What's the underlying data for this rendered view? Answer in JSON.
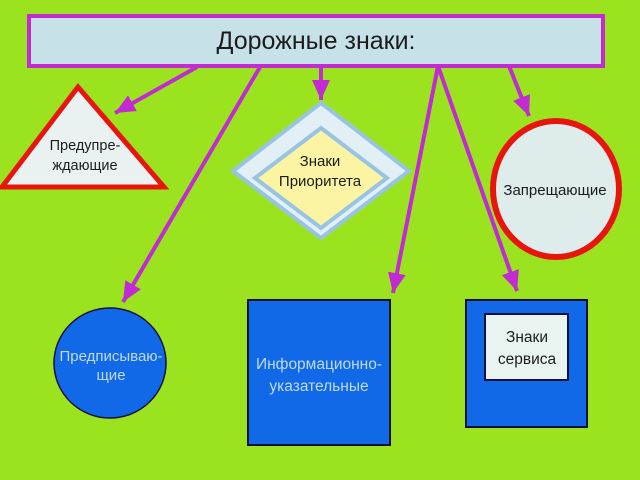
{
  "slide": {
    "title": "Дорожные знаки:"
  },
  "nodes": {
    "warning": {
      "shape": "triangle",
      "lines": [
        "Предупре-",
        "ждающие"
      ]
    },
    "priority": {
      "shape": "diamond",
      "lines": [
        "Знаки",
        "Приоритета"
      ]
    },
    "prohibiting": {
      "shape": "circle",
      "lines": [
        "Запрещающие"
      ]
    },
    "prescriptive": {
      "shape": "circle",
      "lines": [
        "Предписываю-",
        "щие"
      ]
    },
    "information": {
      "shape": "rectangle",
      "lines": [
        "Информационно-",
        "указательные"
      ]
    },
    "service": {
      "shape": "square",
      "lines": [
        "Знаки",
        "сервиса"
      ]
    }
  },
  "connections": [
    {
      "from": "title",
      "to": "warning"
    },
    {
      "from": "title",
      "to": "prescriptive"
    },
    {
      "from": "title",
      "to": "priority"
    },
    {
      "from": "title",
      "to": "information"
    },
    {
      "from": "title",
      "to": "service"
    },
    {
      "from": "title",
      "to": "prohibiting"
    }
  ],
  "colors": {
    "background": "#9CE31F",
    "magenta": "#C12BD1",
    "red": "#E8150D",
    "blue": "#1169E8",
    "title-fill": "#C6E1E7",
    "pale-fill": "#EAF2F1",
    "ellipse-fill": "#DEEDEB",
    "diamond-border": "#98C4E4",
    "diamond-outer-fill": "#E2EFF4",
    "diamond-inner-fill": "#FBF4A2",
    "light-text": "#BFDAF2",
    "dark-text": "#1C1C1C",
    "dark-border": "#101040",
    "service-box-fill": "#E9F4F0"
  }
}
